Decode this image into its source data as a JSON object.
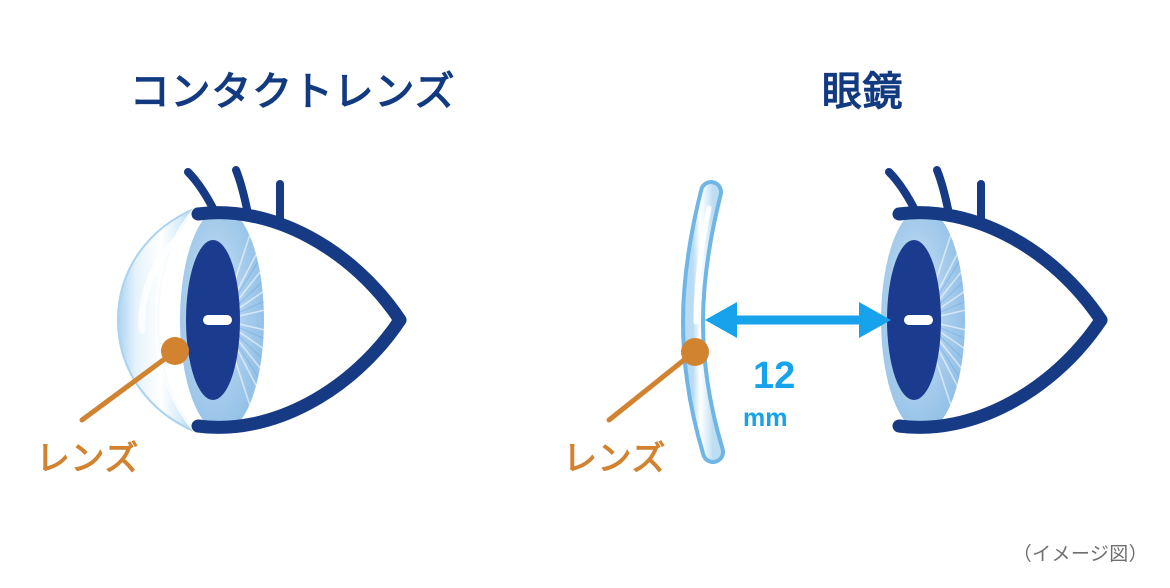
{
  "figure": {
    "background_color": "#ffffff",
    "caption": "（イメージ図）",
    "caption_color": "#6e6e6e"
  },
  "palette": {
    "title_navy": "#123a80",
    "eyelid_navy": "#173a85",
    "pupil_navy": "#1b3b8f",
    "iris_blue": "#9fc8ea",
    "iris_light": "#bedcf2",
    "lens_fill": "#d8ecfa",
    "lens_edge": "#6fb6e6",
    "label_orange": "#d18330",
    "dimension_cyan": "#17a3ec",
    "highlight_white": "#ffffff"
  },
  "panels": [
    {
      "id": "contact",
      "title": "コンタクトレンズ",
      "lens_label": "レンズ",
      "lens_type": "contact-lens-on-eye",
      "dimension": null
    },
    {
      "id": "glasses",
      "title": "眼鏡",
      "lens_label": "レンズ",
      "lens_type": "spectacle-lens-in-front-of-eye",
      "dimension": {
        "value": "12",
        "unit": "mm",
        "description": "distance from spectacle lens to eye"
      }
    }
  ]
}
